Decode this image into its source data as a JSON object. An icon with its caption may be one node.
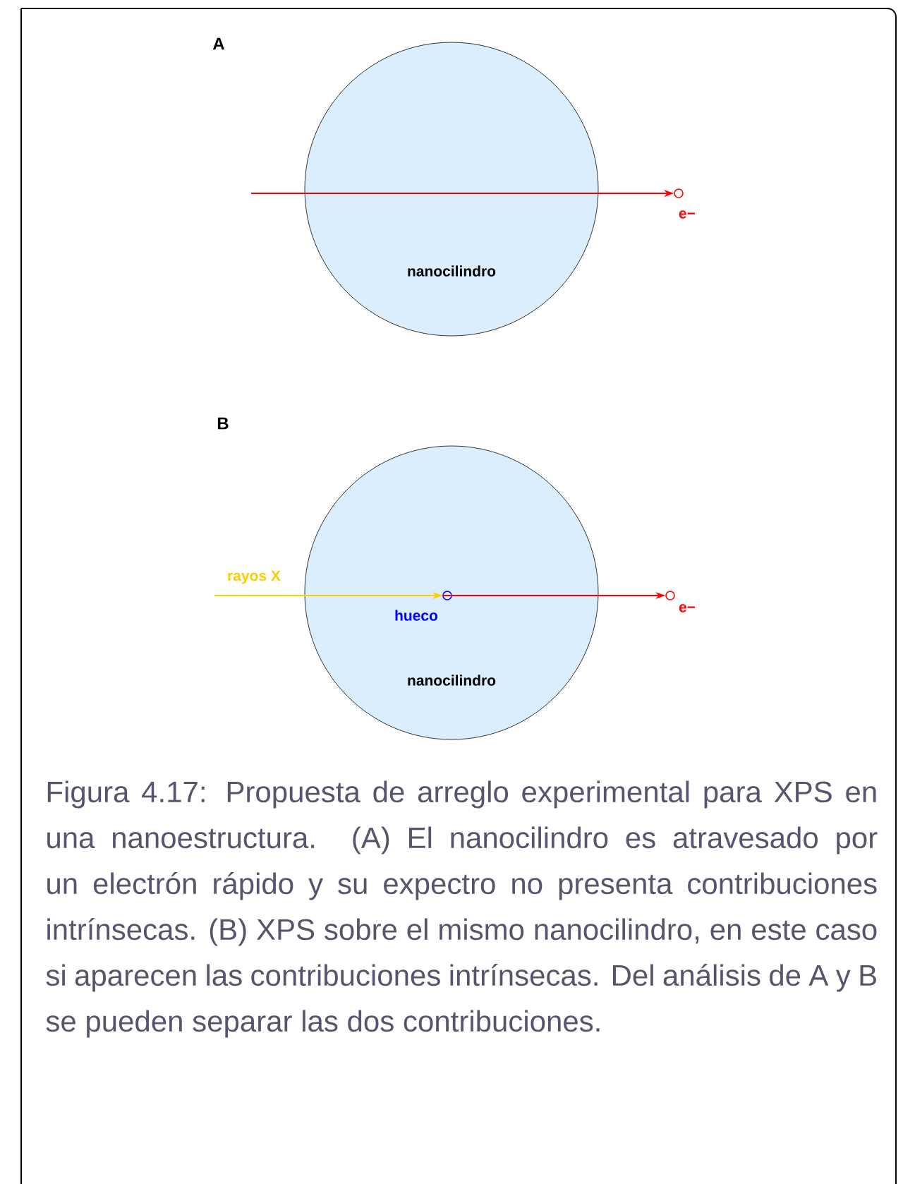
{
  "diagram": {
    "caption": "Figura 4.17: Propuesta de arreglo experimental para XPS en una nanoestructura.  (A) El nanocilindro es atravesado por un electrón rápido y su expectro no presenta contribuciones intrínsecas.  (B) XPS sobre el mismo nanocilindro, en este caso si aparecen las contribuciones intrínsecas.  Del análisis de A y B se pueden separar las dos contribuciones.",
    "nodes": [
      {
        "text": [
          "nanocilindro"
        ]
      },
      {
        "text": [],
        "shape": "circle",
        "beside": [
          "e−"
        ]
      },
      {
        "text": [
          "nanocilindro"
        ]
      },
      {
        "text": [],
        "shape": "circle",
        "beside": [
          "hueco"
        ],
        "in": 2
      },
      {
        "text": [],
        "shape": "circle",
        "beside": [
          "e−"
        ]
      }
    ],
    "edges": [
      {
        "from": null,
        "to": 1,
        "arrow": "to",
        "color": "#ff0000"
      },
      {
        "from": null,
        "to": 3,
        "arrow": "to",
        "label": "rayos X",
        "color": "#ffcc00"
      },
      {
        "from": 3,
        "to": 4,
        "arrow": "to",
        "color": "#ff0000"
      }
    ],
    "labels": [
      "A",
      "B"
    ]
  }
}
